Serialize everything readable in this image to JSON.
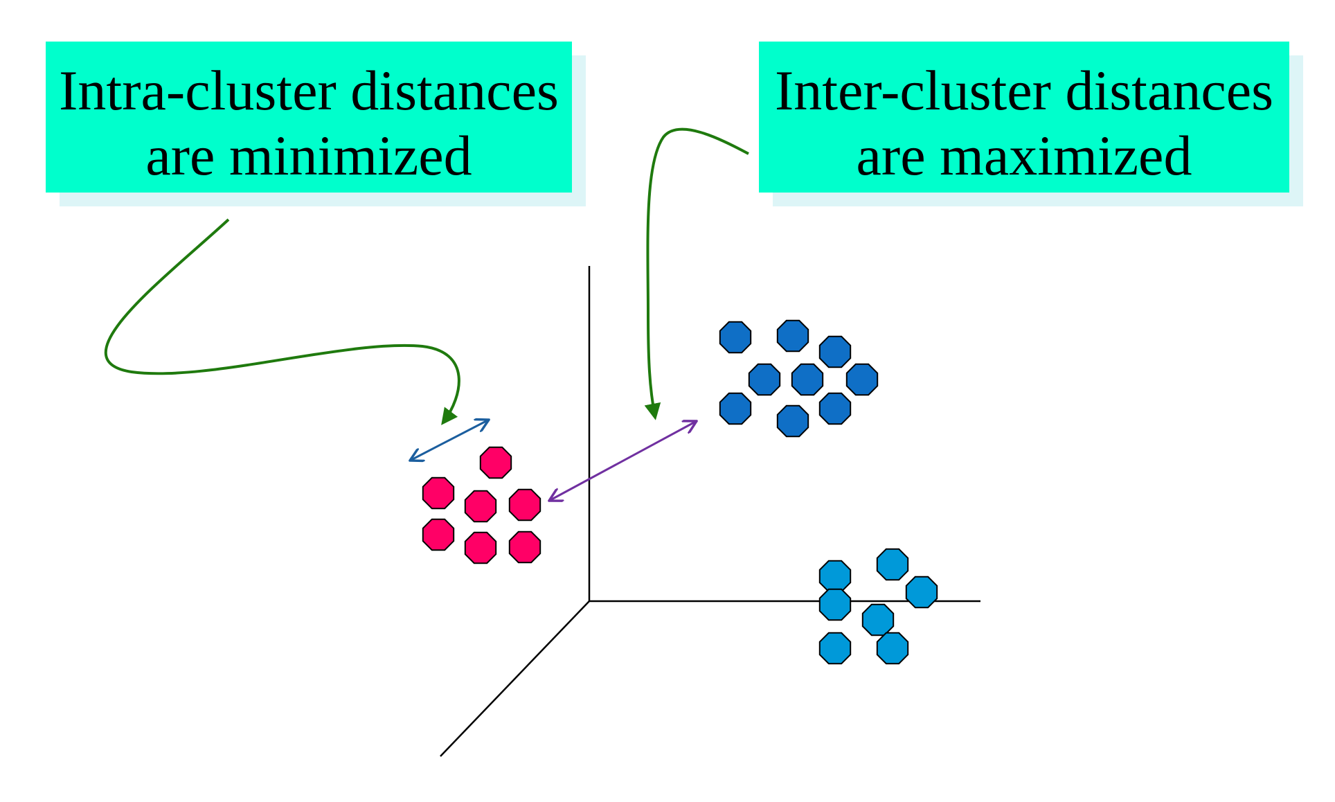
{
  "callouts": {
    "left": {
      "line1": "Intra-cluster distances",
      "line2": "are minimized"
    },
    "right": {
      "line1": "Inter-cluster distances",
      "line2": "are maximized"
    }
  },
  "colors": {
    "callout_fill": "#00FFCC",
    "callout_shadow": "#DDF5F7",
    "axis": "#000000",
    "curve_arrow": "#1F7A0E",
    "intra_arrow": "#1B5E9E",
    "inter_arrow": "#7030A0",
    "cluster_red": "#FF0066",
    "cluster_blue": "#0F6FC6",
    "cluster_lightblue": "#0099D9"
  },
  "icons": {
    "point_marker": "octagon"
  }
}
